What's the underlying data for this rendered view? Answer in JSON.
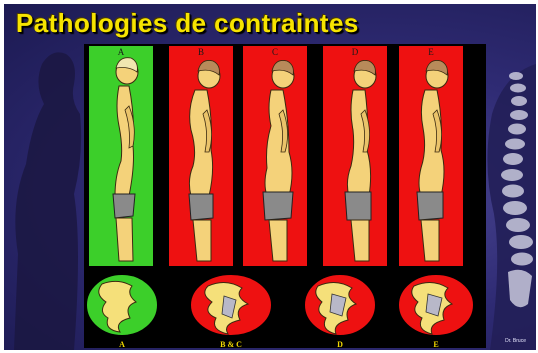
{
  "slide": {
    "title": "Pathologies de contraintes",
    "credit": "Dr. Bruce"
  },
  "panels": [
    {
      "label": "A",
      "background": "#3ccf2a"
    },
    {
      "label": "B",
      "background": "#ee1111"
    },
    {
      "label": "C",
      "background": "#ee1111"
    },
    {
      "label": "D",
      "background": "#ee1111"
    },
    {
      "label": "E",
      "background": "#ee1111"
    }
  ],
  "discs": [
    {
      "label": "A",
      "background": "#3ccf2a"
    },
    {
      "label": "B & C",
      "background": "#ee1111"
    },
    {
      "label": "D",
      "background": "#ee1111"
    },
    {
      "label": "E",
      "background": "#ee1111"
    }
  ],
  "colors": {
    "title": "#f7e400",
    "skin": "#f4d27a",
    "hair": "#b88a5a",
    "shorts": "#8a8a8a"
  }
}
